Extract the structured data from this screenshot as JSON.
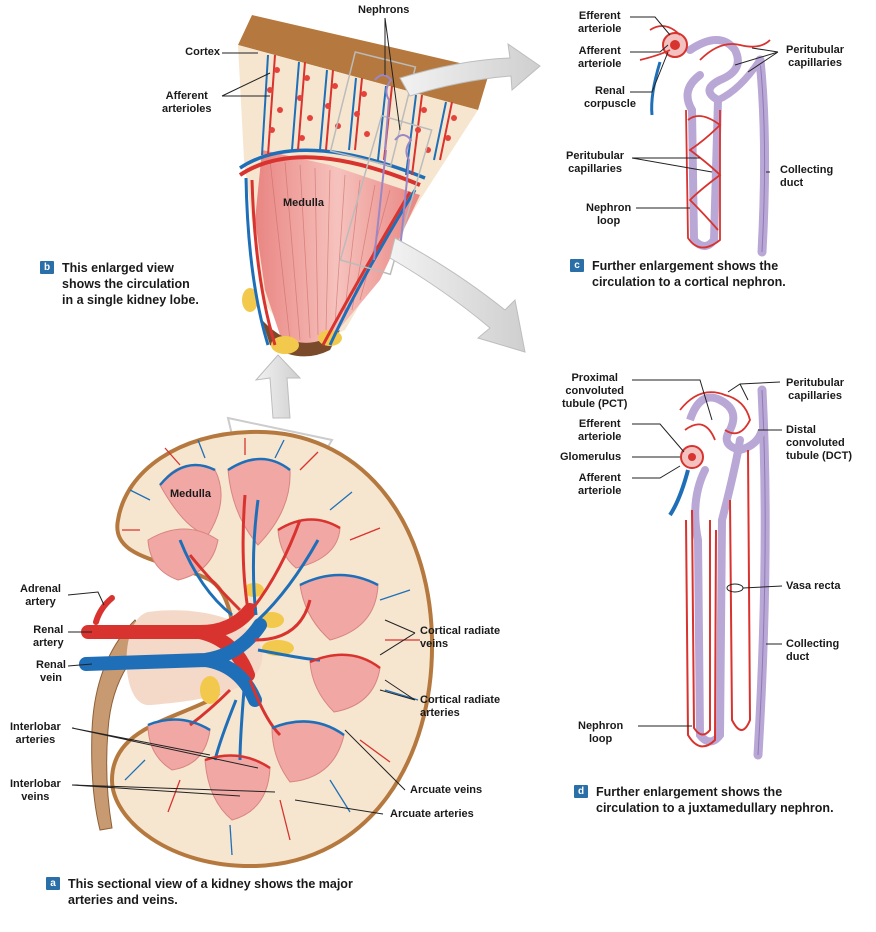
{
  "labels": {
    "nephrons": "Nephrons",
    "cortex": "Cortex",
    "afferent_arterioles": "Afferent\narterioles",
    "medulla_b": "Medulla",
    "efferent_arteriole_c": "Efferent\narteriole",
    "afferent_arteriole_c": "Afferent\narteriole",
    "renal_corpuscle": "Renal\ncorpuscle",
    "peritubular_top_c": "Peritubular\ncapillaries",
    "peritubular_left_c": "Peritubular\ncapillaries",
    "collecting_duct_c": "Collecting\nduct",
    "nephron_loop_c": "Nephron\nloop",
    "medulla_a": "Medulla",
    "adrenal_artery": "Adrenal\nartery",
    "renal_artery": "Renal\nartery",
    "renal_vein": "Renal\nvein",
    "interlobar_arteries": "Interlobar\narteries",
    "interlobar_veins": "Interlobar\nveins",
    "cortical_radiate_veins": "Cortical radiate\nveins",
    "cortical_radiate_arteries": "Cortical radiate\narteries",
    "arcuate_veins": "Arcuate veins",
    "arcuate_arteries": "Arcuate arteries",
    "pct": "Proximal\nconvoluted\ntubule (PCT)",
    "efferent_arteriole_d": "Efferent\narteriole",
    "glomerulus": "Glomerulus",
    "afferent_arteriole_d": "Afferent\narteriole",
    "peritubular_d": "Peritubular\ncapillaries",
    "dct": "Distal\nconvoluted\ntubule (DCT)",
    "vasa_recta": "Vasa recta",
    "collecting_duct_d": "Collecting\nduct",
    "nephron_loop_d": "Nephron\nloop"
  },
  "captions": {
    "a": {
      "badge": "a",
      "text": "This sectional view of a kidney shows the major\narteries and veins."
    },
    "b": {
      "badge": "b",
      "text": "This enlarged view\nshows the circulation\nin a single kidney lobe."
    },
    "c": {
      "badge": "c",
      "text": "Further enlargement shows the\ncirculation to a cortical nephron."
    },
    "d": {
      "badge": "d",
      "text": "Further enlargement shows the\ncirculation to a juxtamedullary nephron."
    }
  },
  "colors": {
    "artery": "#d8332e",
    "vein": "#1f6fb8",
    "tubule": "#b9a7d6",
    "medulla": "#f1a7a4",
    "cortex": "#f7e6cf",
    "capsule": "#b5793f",
    "fat": "#f2c94c"
  }
}
